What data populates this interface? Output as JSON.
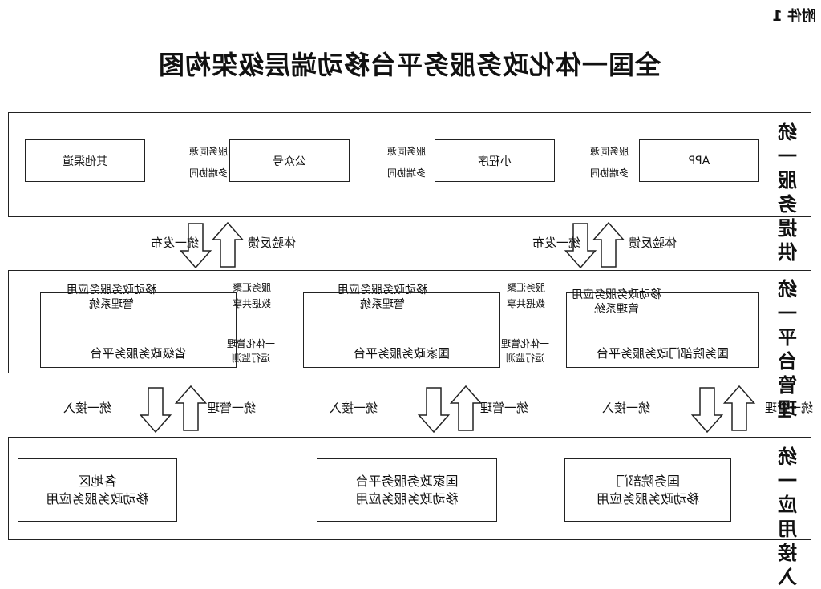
{
  "annex": "附件 1",
  "title": "全国一体化政务服务平台移动端层级架构图",
  "layers": {
    "service": [
      "统",
      "一",
      "服",
      "务",
      "提",
      "供"
    ],
    "platform": [
      "统",
      "一",
      "平",
      "台",
      "管",
      "理"
    ],
    "access": [
      "统",
      "一",
      "应",
      "用",
      "接",
      "入"
    ]
  },
  "channels": {
    "app": "APP",
    "mini_program": "小程序",
    "official_account": "公众号",
    "other": "其他渠道"
  },
  "channel_link": {
    "top": "服务同源",
    "bottom": "多端协同"
  },
  "mid_flow": {
    "publish": "统一发布",
    "feedback": "体验反馈"
  },
  "clouds": {
    "state_council": [
      "移动政务服务应用",
      "管理系统"
    ],
    "national": [
      "移动政务服务应用",
      "管理系统"
    ],
    "provincial": [
      "移动政务服务应用",
      "管理系统"
    ]
  },
  "platforms": {
    "state_council": "国务院部门政务服务平台",
    "national": "国家政务服务平台",
    "provincial": "省级政务服务平台"
  },
  "platform_link": {
    "line1": "服务汇聚",
    "line2": "数据共享",
    "line3": "一体化管理",
    "line4": "运行监测"
  },
  "bottom_flow": {
    "access": "统一接入",
    "manage": "统一管理"
  },
  "apps": {
    "state_council": [
      "国务院部门",
      "移动政务服务应用"
    ],
    "national": [
      "国家政务服务平台",
      "移动政务服务应用"
    ],
    "local": [
      "各地区",
      "移动政务服务应用"
    ]
  }
}
